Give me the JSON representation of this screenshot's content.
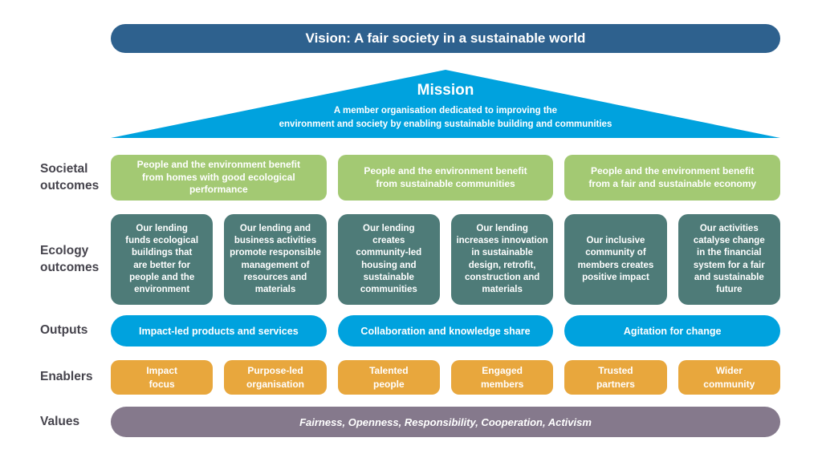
{
  "vision": {
    "label": "Vision: A fair society in a sustainable world"
  },
  "mission": {
    "title": "Mission",
    "description": "A member organisation dedicated to improving the\nenvironment and society by enabling sustainable building and communities"
  },
  "rows": {
    "societal": {
      "label": "Societal\noutcomes",
      "items": [
        "People and the environment benefit\nfrom homes with good ecological\nperformance",
        "People and the environment benefit\nfrom sustainable communities",
        "People and the environment benefit\nfrom a fair and sustainable economy"
      ]
    },
    "ecology": {
      "label": "Ecology\noutcomes",
      "items": [
        "Our lending\nfunds ecological\nbuildings that\nare better for\npeople and the\nenvironment",
        "Our lending and\nbusiness activities\npromote responsible\nmanagement of\nresources and\nmaterials",
        "Our lending\ncreates\ncommunity-led\nhousing and\nsustainable\ncommunities",
        "Our lending\nincreases innovation\nin sustainable\ndesign, retrofit,\nconstruction and\nmaterials",
        "Our inclusive\ncommunity of\nmembers creates\npositive impact",
        "Our activities\ncatalyse change\nin the financial\nsystem for a fair\nand sustainable\nfuture"
      ]
    },
    "outputs": {
      "label": "Outputs",
      "items": [
        "Impact-led products and services",
        "Collaboration and knowledge share",
        "Agitation for change"
      ]
    },
    "enablers": {
      "label": "Enablers",
      "items": [
        "Impact\nfocus",
        "Purpose-led\norganisation",
        "Talented\npeople",
        "Engaged\nmembers",
        "Trusted\npartners",
        "Wider\ncommunity"
      ]
    },
    "values": {
      "label": "Values",
      "text": "Fairness, Openness, Responsibility, Cooperation, Activism"
    }
  },
  "colors": {
    "navy": "#2e618e",
    "blue": "#00a2de",
    "green": "#a3c973",
    "teal": "#4e7b78",
    "orange": "#e8a73d",
    "purple": "#85798c",
    "label": "#45434c"
  }
}
